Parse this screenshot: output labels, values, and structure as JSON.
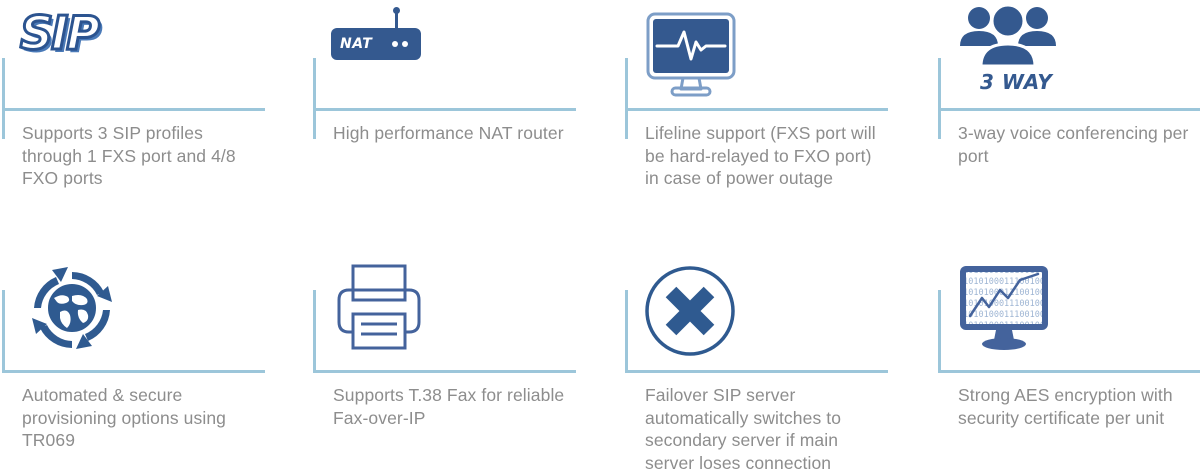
{
  "theme": {
    "rule_color": "#9cc6da",
    "icon_blue": "#34598f",
    "icon_blue_dark": "#2c5490",
    "icon_blue_light": "#5d86c0",
    "text_gray": "#8d8d8d",
    "background": "#ffffff"
  },
  "features": [
    {
      "icon": "sip-logo-icon",
      "icon_label": "SIP",
      "caption": "Supports 3 SIP profiles through 1 FXS port and 4/8 FXO ports"
    },
    {
      "icon": "nat-router-icon",
      "icon_label": "NAT",
      "caption": "High performance NAT router"
    },
    {
      "icon": "monitor-pulse-icon",
      "icon_label": "",
      "caption": "Lifeline support (FXS port will be hard-relayed to FXO port) in case of power outage"
    },
    {
      "icon": "three-people-icon",
      "icon_label": "3 WAY",
      "caption": "3-way voice conferencing per port"
    },
    {
      "icon": "globe-refresh-icon",
      "icon_label": "",
      "caption": "Automated & secure provisioning options using TR069"
    },
    {
      "icon": "printer-fax-icon",
      "icon_label": "",
      "caption": "Supports T.38 Fax for reliable Fax-over-IP"
    },
    {
      "icon": "circle-x-icon",
      "icon_label": "",
      "caption": "Failover SIP server automatically switches to secondary server if main server loses connection"
    },
    {
      "icon": "monitor-binary-chart-icon",
      "icon_label": "",
      "caption": "Strong AES encryption with security certificate per unit"
    }
  ]
}
